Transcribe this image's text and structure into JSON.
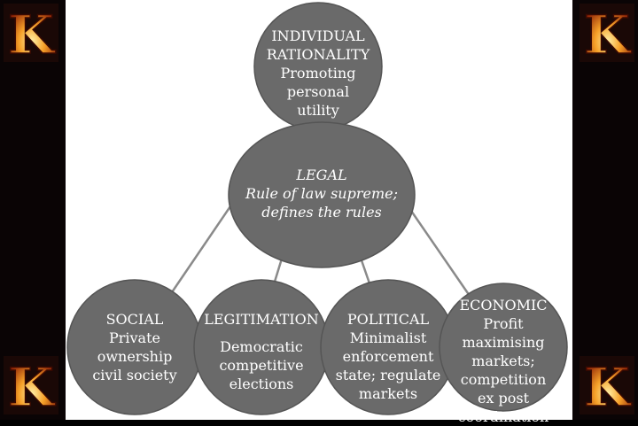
{
  "diagram": {
    "top": {
      "title": [
        "INDIVIDUAL",
        "RATIONALITY"
      ],
      "body": [
        "Promoting",
        "personal",
        "utility"
      ]
    },
    "center": {
      "title": "LEGAL",
      "body": [
        "Rule of law supreme;",
        "defines the rules"
      ]
    },
    "social": {
      "title": "SOCIAL",
      "body": [
        "Private",
        "ownership",
        "civil society"
      ]
    },
    "legitimation": {
      "title": "LEGITIMATION",
      "body": [
        "Democratic",
        "competitive",
        "elections"
      ]
    },
    "political": {
      "title": "POLITICAL",
      "body": [
        "Minimalist",
        "enforcement",
        "state; regulate",
        "markets"
      ]
    },
    "economic": {
      "title": "ECONOMIC",
      "body": [
        "Profit maximising",
        "markets;",
        "competition",
        "ex post",
        "coordination"
      ]
    }
  },
  "logo_text": "K",
  "colors": {
    "node_fill": "#6a6a6a",
    "node_stroke": "#4a4a4a",
    "connector": "#8a8a8a",
    "sidebar": "#0a0405",
    "logo_fire": "#f08a1c"
  }
}
